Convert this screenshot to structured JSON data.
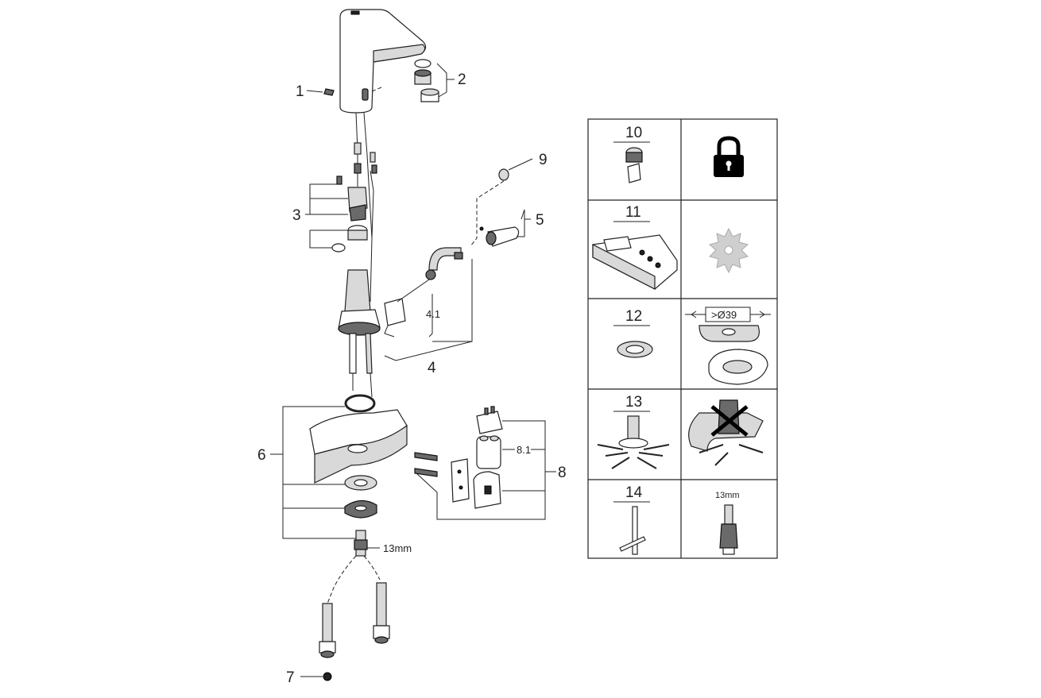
{
  "callouts": {
    "c1": "1",
    "c2": "2",
    "c3": "3",
    "c4": "4",
    "c4_1": "4.1",
    "c5": "5",
    "c6": "6",
    "c7": "7",
    "c8": "8",
    "c8_1": "8.1",
    "c9": "9",
    "spanner_main": "13mm"
  },
  "table": {
    "rows": [
      {
        "number": "10",
        "right_icon": "padlock-icon"
      },
      {
        "number": "11",
        "right_icon": "gear-icon"
      },
      {
        "number": "12",
        "right_label": ">Ø39"
      },
      {
        "number": "13",
        "right_icon": "install-crossed-icon"
      },
      {
        "number": "14",
        "right_label": "13mm"
      }
    ]
  },
  "colors": {
    "line": "#222222",
    "shade": "#d9d9d9",
    "dark": "#6a6a6a"
  }
}
